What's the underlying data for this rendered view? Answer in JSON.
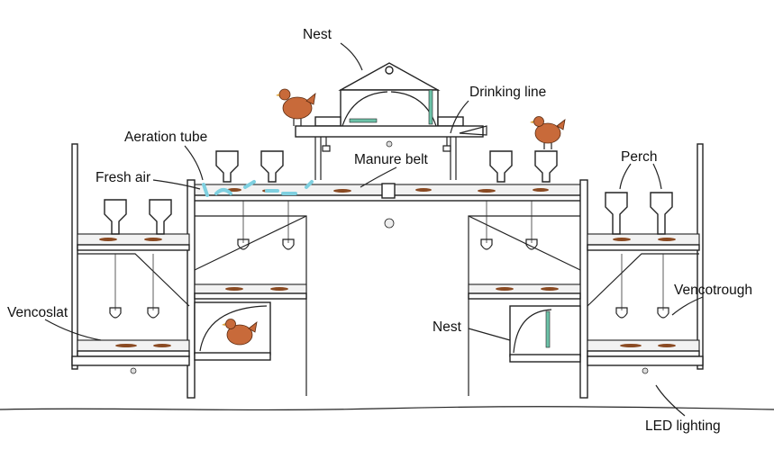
{
  "labels": {
    "nest_top": "Nest",
    "drinking_line": "Drinking line",
    "aeration_tube": "Aeration tube",
    "manure_belt": "Manure belt",
    "fresh_air": "Fresh air",
    "perch": "Perch",
    "vencoslat": "Vencoslat",
    "vencotrough": "Vencotrough",
    "nest_lower": "Nest",
    "led_lighting": "LED lighting"
  },
  "colors": {
    "hen": "#c86a3a",
    "manure": "#8a4a22",
    "fresh_air": "#7fd0e0",
    "nest_interior": "#6cc2a8"
  }
}
